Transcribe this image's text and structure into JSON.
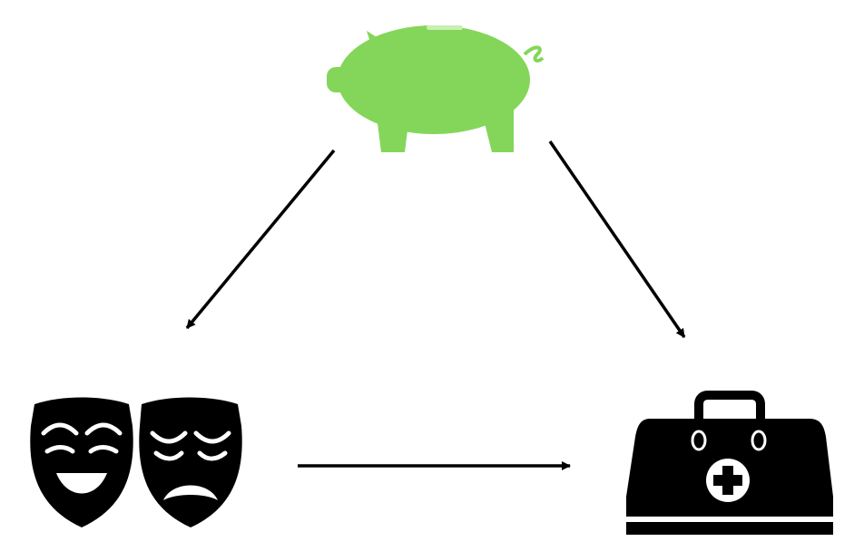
{
  "diagram": {
    "nodes": [
      {
        "id": "money",
        "icon": "piggy-bank-icon",
        "color": "#84d65a"
      },
      {
        "id": "theater",
        "icon": "theater-masks-icon",
        "color": "#000000"
      },
      {
        "id": "medical",
        "icon": "medical-bag-icon",
        "color": "#000000"
      }
    ],
    "edges": [
      {
        "from": "money",
        "to": "theater"
      },
      {
        "from": "money",
        "to": "medical"
      },
      {
        "from": "theater",
        "to": "medical"
      }
    ],
    "edge_color": "#000000"
  }
}
